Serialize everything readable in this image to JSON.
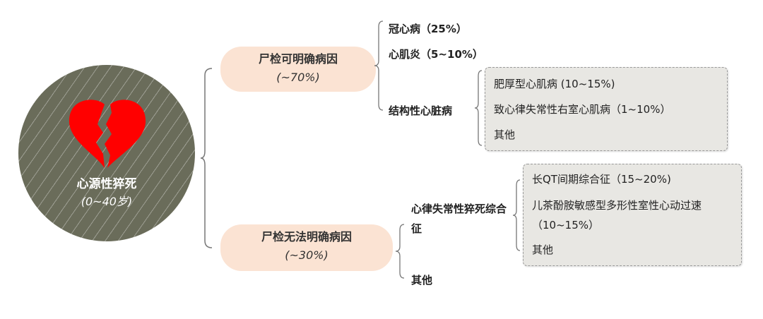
{
  "root": {
    "title": "心源性猝死",
    "age": "(0~40岁)",
    "icon": "broken-heart-icon",
    "color": "#ff0000"
  },
  "branches": [
    {
      "label": "尸检可明确病因",
      "pct": "(~70%)",
      "children": [
        "冠心病（25%）",
        "心肌炎（5~10%）",
        "结构性心脏病"
      ],
      "details": [
        "肥厚型心肌病 (10~15%)",
        "致心律失常性右室心肌病（1~10%）",
        "其他"
      ]
    },
    {
      "label": "尸检无法明确病因",
      "pct": "(~30%)",
      "children": [
        "心律失常性猝死综合征",
        "其他"
      ],
      "details": [
        "长QT间期综合征（15~20%)",
        "儿茶酚胺敏感型多形性室性心动过速（10~15%）",
        "其他"
      ]
    }
  ]
}
